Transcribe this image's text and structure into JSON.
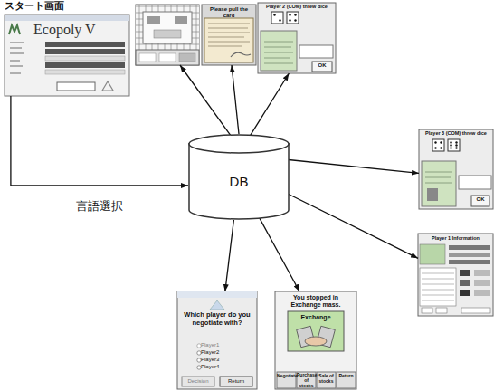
{
  "diagram": {
    "nodes": [
      {
        "text": [
          "スタート画面",
          "Ecopoly V"
        ]
      },
      {
        "text": [
          "DB"
        ]
      },
      {
        "text": []
      },
      {
        "text": [
          "Please pull the card"
        ]
      },
      {
        "text": [
          "Player 2 (COM) threw dice",
          "OK"
        ]
      },
      {
        "text": [
          "Player 3 (COM) threw dice",
          "OK"
        ]
      },
      {
        "text": [
          "Player 1 Information"
        ]
      },
      {
        "text": [
          "Which player do you negotiate with?",
          "Player1",
          "Player2",
          "Player3",
          "Player4",
          "Decision",
          "Return"
        ]
      },
      {
        "text": [
          "You stopped in Exchange mass.",
          "Exchange",
          "Negotiate",
          "Purchase of stocks",
          "Sale of stocks",
          "Return"
        ]
      }
    ],
    "edges": [
      {
        "from": 0,
        "to": 1,
        "arrow": "to",
        "label": "言語選択"
      },
      {
        "from": 1,
        "to": 2,
        "arrow": "to"
      },
      {
        "from": 1,
        "to": 3,
        "arrow": "to"
      },
      {
        "from": 1,
        "to": 4,
        "arrow": "to"
      },
      {
        "from": 1,
        "to": 5,
        "arrow": "to"
      },
      {
        "from": 1,
        "to": 6,
        "arrow": "to"
      },
      {
        "from": 1,
        "to": 7,
        "arrow": "to"
      },
      {
        "from": 1,
        "to": 8,
        "arrow": "to"
      }
    ]
  }
}
